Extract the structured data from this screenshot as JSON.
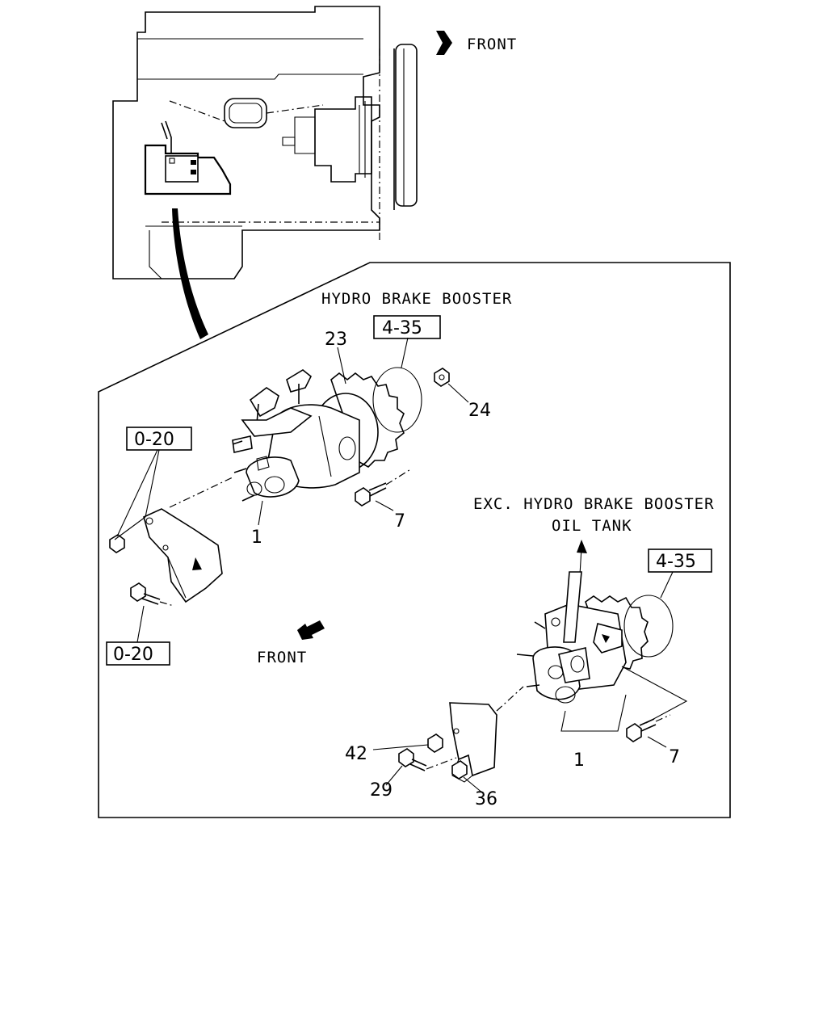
{
  "labels": {
    "front_top": "FRONT",
    "front_detail": "FRONT",
    "hydro_brake_booster": "HYDRO BRAKE BOOSTER",
    "exc_line1": "EXC. HYDRO BRAKE BOOSTER",
    "exc_line2": "OIL TANK"
  },
  "ref_boxes": {
    "ref_4_35_upper": "4-35",
    "ref_4_35_lower": "4-35",
    "ref_0_20_upper": "0-20",
    "ref_0_20_lower": "0-20"
  },
  "callouts": {
    "c23": "23",
    "c24": "24",
    "c7_upper": "7",
    "c1_upper": "1",
    "c7_lower": "7",
    "c1_lower": "1",
    "c42": "42",
    "c29": "29",
    "c36": "36"
  }
}
